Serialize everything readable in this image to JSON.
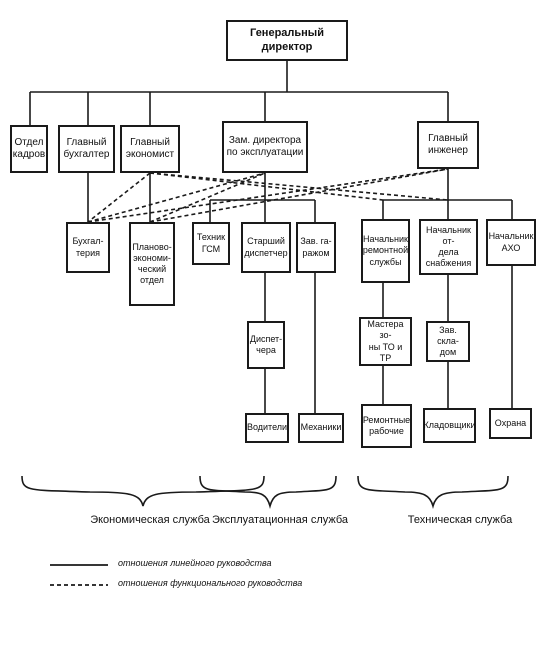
{
  "chart": {
    "ceo": "Генеральный директор",
    "level2": {
      "hr": "Отдел\nкадров",
      "chief_accountant": "Главный\nбухгалтер",
      "chief_economist": "Главный\nэкономист",
      "deputy_ops": "Зам. директора\nпо эксплуатации",
      "chief_engineer": "Главный\nинженер"
    },
    "level3": {
      "accounting": "Бухгал-\nтерия",
      "planning": "Планово-\nэкономи-\nческий\nотдел",
      "fuel_tech": "Техник\nГСМ",
      "senior_dispatcher": "Старший\nдиспетчер",
      "garage_head": "Зав. га-\nражом",
      "repair_head": "Начальник\nремонтной\nслужбы",
      "supply_head": "Начальник от-\nдела снабжения",
      "aho_head": "Начальник\nАХО"
    },
    "level4": {
      "dispatchers": "Диспет-\nчера",
      "zone_masters": "Мастера зо-\nны ТО и ТР",
      "warehouse_head": "Зав. скла-\nдом"
    },
    "level5": {
      "drivers": "Водители",
      "mechanics": "Механики",
      "repair_workers": "Ремонтные\nрабочие",
      "storekeepers": "Кладовщики",
      "security": "Охрана"
    },
    "services": {
      "economic": "Экономическая служба",
      "operational": "Эксплуатационная служба",
      "technical": "Техническая служба"
    },
    "legend": {
      "solid": "отношения линейного руководства",
      "dashed": "отношения функционального руководства"
    }
  }
}
